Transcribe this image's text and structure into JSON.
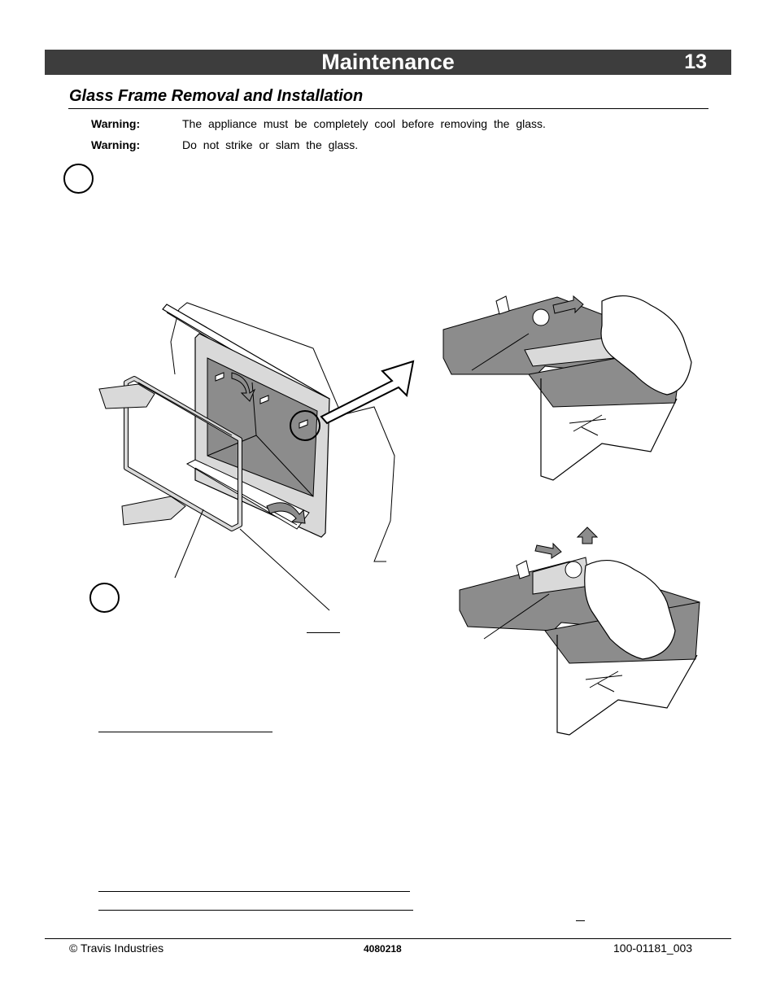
{
  "header": {
    "title": "Maintenance",
    "page_number": "13"
  },
  "section": {
    "title": "Glass Frame Removal and Installation"
  },
  "warnings": [
    {
      "label": "Warning:",
      "text": "The appliance must be completely cool before removing the glass."
    },
    {
      "label": "Warning:",
      "text": "Do not strike or slam the glass."
    }
  ],
  "footer": {
    "left": "© Travis Industries",
    "center": "4080218",
    "right": "100-01181_003"
  },
  "colors": {
    "header_bg": "#3d3d3d",
    "header_text": "#ffffff",
    "fill_gray": "#8c8c8c",
    "fill_light": "#d9d9d9"
  }
}
